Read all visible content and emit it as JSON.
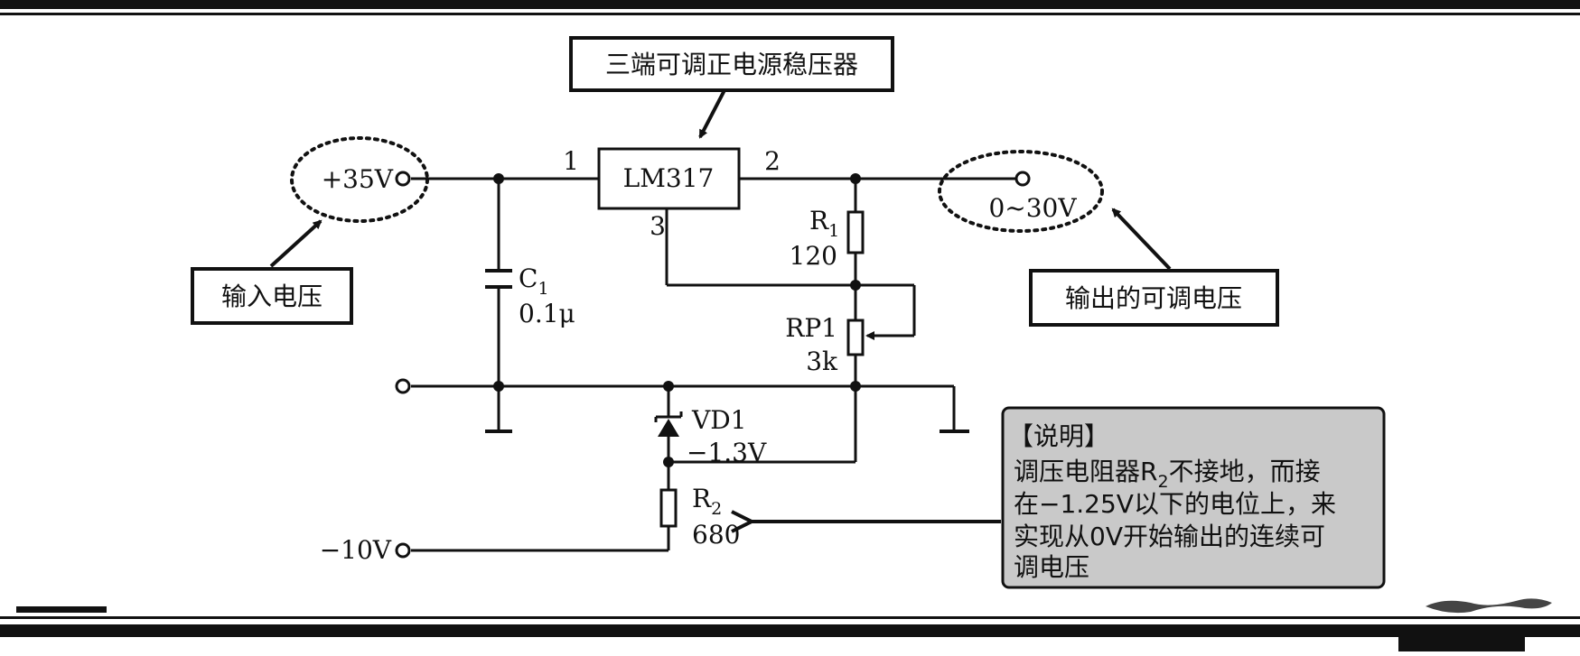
{
  "title_box": {
    "text": "三端可调正电源稳压器"
  },
  "ic": {
    "label": "LM317",
    "pin1": "1",
    "pin2": "2",
    "pin3": "3"
  },
  "input": {
    "voltage": "+35V",
    "callout": "输入电压"
  },
  "output": {
    "voltage": "0~30V",
    "callout": "输出的可调电压"
  },
  "c1": {
    "name": "C",
    "sub": "1",
    "value": "0.1μ"
  },
  "r1": {
    "name": "R",
    "sub": "1",
    "value": "120"
  },
  "rp1": {
    "name": "RP1",
    "value": "3k"
  },
  "vd1": {
    "name": "VD1",
    "value": "−1.3V"
  },
  "r2": {
    "name": "R",
    "sub": "2",
    "value": "680"
  },
  "neg_supply": {
    "voltage": "−10V"
  },
  "note": {
    "heading": "【说明】",
    "line1a": "调压电阻器R",
    "line1sub": "2",
    "line1b": "不接地，而接",
    "line2": "在−1.25V以下的电位上，来",
    "line3": "实现从0V开始输出的连续可",
    "line4": "调电压"
  }
}
